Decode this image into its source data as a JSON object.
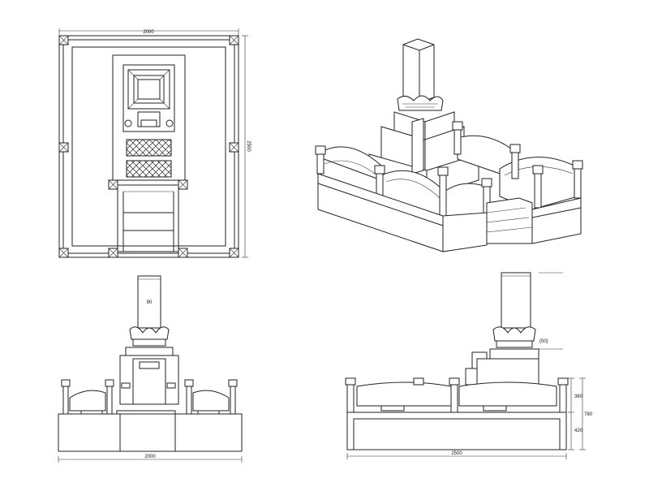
{
  "views": {
    "plan": {
      "dim_width": "2000",
      "dim_depth": "2500"
    },
    "front": {
      "dim_width": "2000",
      "stone_mark": "90"
    },
    "side": {
      "dim_depth": "2500",
      "stone_mark": "(50)",
      "dim_h_top": "360",
      "dim_h_total": "780",
      "dim_h_base": "420"
    }
  },
  "colors": {
    "line": "#222222",
    "background": "#ffffff"
  }
}
